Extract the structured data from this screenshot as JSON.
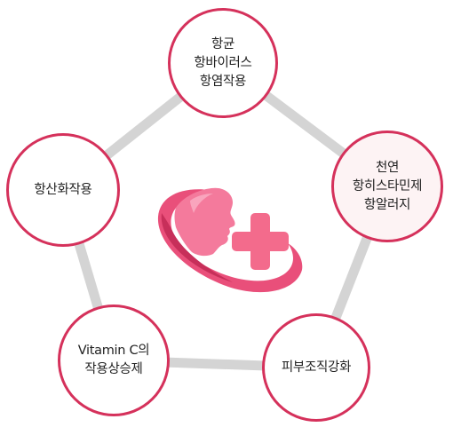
{
  "diagram": {
    "nodes": [
      {
        "id": "top",
        "lines": [
          "항균",
          "항바이러스",
          "항염작용"
        ]
      },
      {
        "id": "right",
        "lines": [
          "천연",
          "항히스타민제",
          "항알러지"
        ]
      },
      {
        "id": "left",
        "lines": [
          "항산화작용"
        ]
      },
      {
        "id": "bl",
        "lines": [
          "Vitamin C의",
          "작용상승제"
        ]
      },
      {
        "id": "br",
        "lines": [
          "피부조직강화"
        ]
      }
    ],
    "colors": {
      "border": "#d5315b",
      "connector": "#d4d4d4",
      "logo_pink": "#e94f7a",
      "logo_light": "#f47a9c",
      "cross": "#f36b8c"
    },
    "center_icon": "face-profile-with-medical-cross-logo"
  }
}
